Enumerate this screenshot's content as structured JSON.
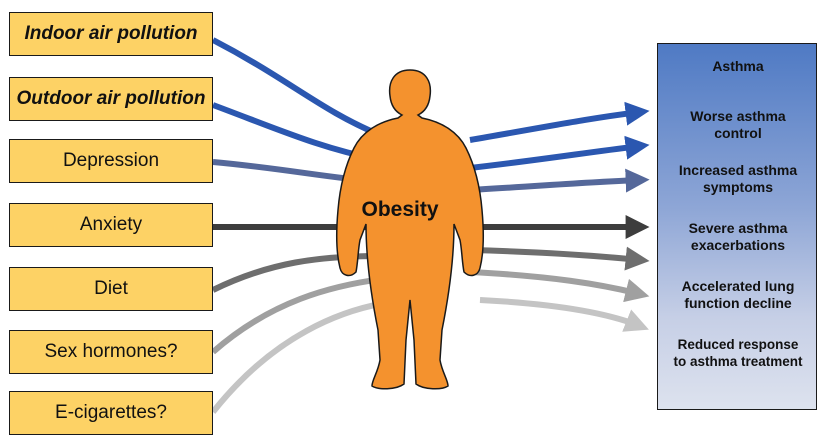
{
  "factors": [
    {
      "label": "Indoor air pollution",
      "style": "italic"
    },
    {
      "label": "Outdoor air pollution",
      "style": "italic"
    },
    {
      "label": "Depression",
      "style": "normal"
    },
    {
      "label": "Anxiety",
      "style": "normal"
    },
    {
      "label": "Diet",
      "style": "normal"
    },
    {
      "label": "Sex hormones?",
      "style": "normal"
    },
    {
      "label": "E-cigarettes?",
      "style": "normal"
    }
  ],
  "center": {
    "label": "Obesity",
    "color": "#f4922e"
  },
  "outcomes": [
    {
      "label": "Asthma"
    },
    {
      "label": "Worse asthma\ncontrol"
    },
    {
      "label": "Increased asthma\nsymptoms"
    },
    {
      "label": "Severe asthma\nexacerbations"
    },
    {
      "label": "Accelerated lung\nfunction decline"
    },
    {
      "label": "Reduced response\nto asthma treatment"
    }
  ],
  "colors": {
    "factor_fill": "#fdd265",
    "arrow_shades": [
      "#2b57b0",
      "#2b57b0",
      "#55689a",
      "#3d3d3d",
      "#6e6e6e",
      "#a0a0a0",
      "#c4c4c4"
    ],
    "outcome_panel_top": "#4f7ac4",
    "outcome_panel_bottom": "#dde2ee"
  }
}
